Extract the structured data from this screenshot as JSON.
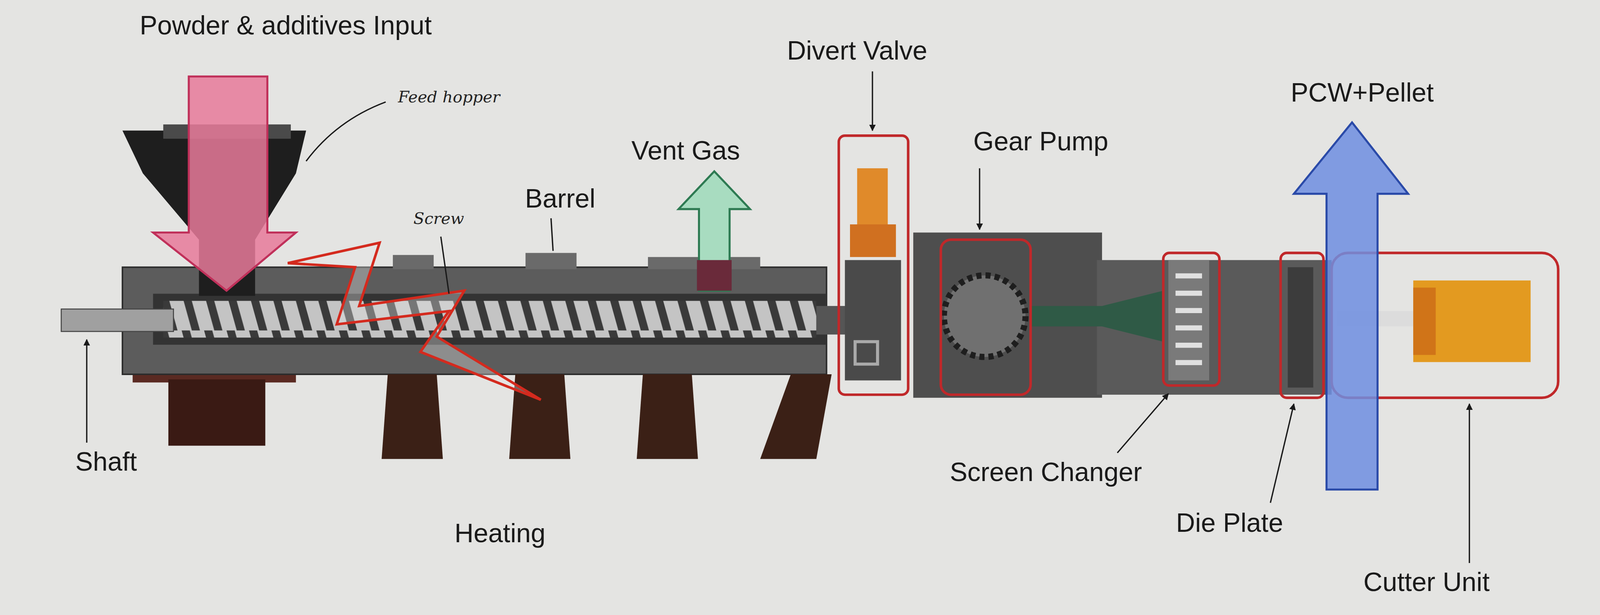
{
  "diagram": {
    "labels": [
      "Powder & additives Input",
      "Feed hopper",
      "Divert Valve",
      "Vent Gas",
      "Gear Pump",
      "PCW+Pellet",
      "Barrel",
      "Screw",
      "Shaft",
      "Heating",
      "Screen Changer",
      "Die Plate",
      "Cutter Unit"
    ]
  }
}
